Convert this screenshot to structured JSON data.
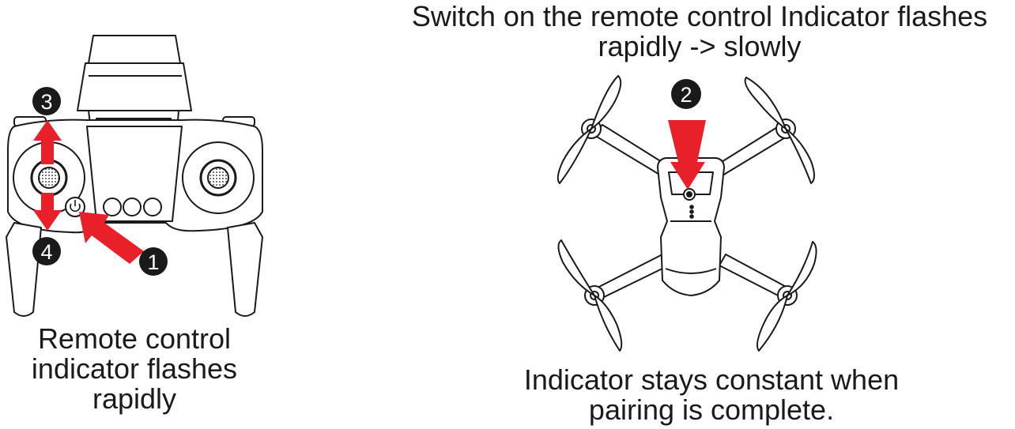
{
  "captions": {
    "top": [
      "Switch on the remote control Indicator flashes",
      "rapidly -> slowly"
    ],
    "left": [
      "Remote control",
      "indicator flashes",
      "rapidly"
    ],
    "right": [
      "Indicator stays constant when",
      "pairing is complete."
    ]
  },
  "steps": {
    "one": "1",
    "two": "2",
    "three": "3",
    "four": "4"
  },
  "colors": {
    "arrow": "#e8202a",
    "line": "#1a1a1a",
    "badge": "#1a1a1a"
  }
}
